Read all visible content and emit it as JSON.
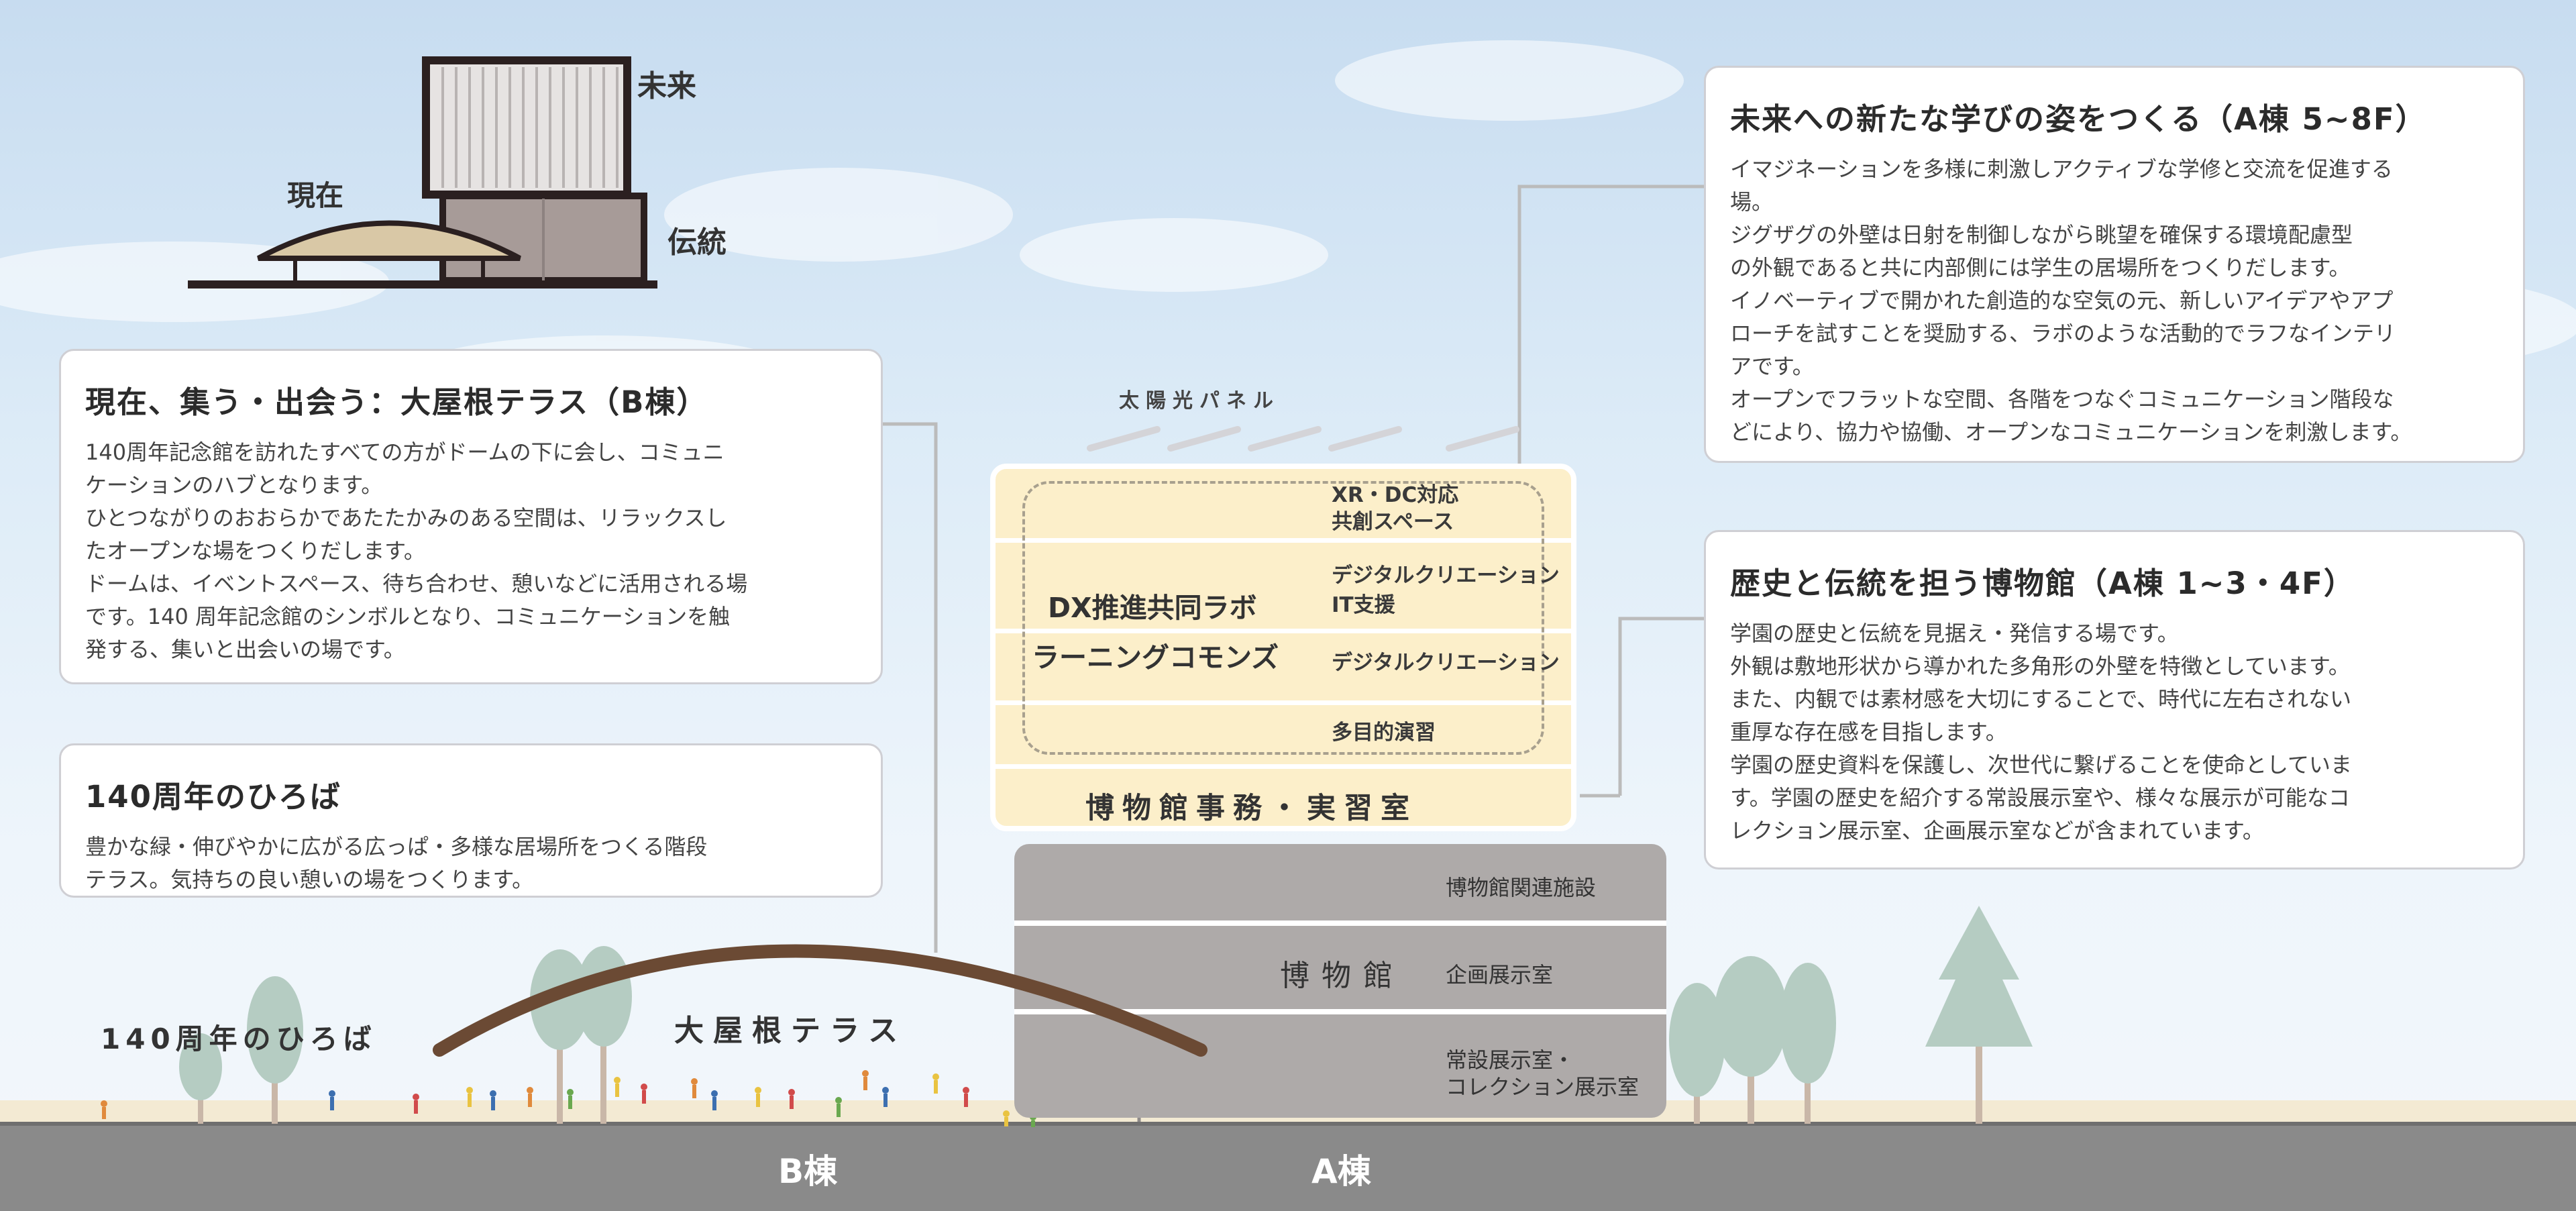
{
  "colors": {
    "sky_top": "#c7dcf0",
    "ground": "#8a8a8a",
    "stack_fill": "#fcefca",
    "museum_fill": "#aeaaa9",
    "dome_arc": "#6b4a34",
    "dome_roof": "#d9c8a6",
    "tree": "#b5ccc2"
  },
  "icons": {
    "concept": "building-concept-icon",
    "trees": "tree-icon",
    "people": "people-icon"
  },
  "concept": {
    "future": "未来",
    "present": "現在",
    "tradition": "伝統"
  },
  "boxes": {
    "b_terrace": {
      "title": "現在、集う・出会う：大屋根テラス（B棟）",
      "lines": [
        "140周年記念館を訪れたすべての方がドームの下に会し、コミュニ",
        "ケーションのハブとなります。",
        "ひとつながりのおおらかであたたかみのある空間は、リラックスし",
        "たオープンな場をつくりだします。",
        "ドームは、イベントスペース、待ち合わせ、憩いなどに活用される場",
        "です。140 周年記念館のシンボルとなり、コミュニケーションを触",
        "発する、集いと出会いの場です。"
      ]
    },
    "plaza": {
      "title": "140周年のひろば",
      "lines": [
        "豊かな緑・伸びやかに広がる広っぱ・多様な居場所をつくる階段",
        "テラス。気持ちの良い憩いの場をつくります。"
      ]
    },
    "future_learning": {
      "title": "未来への新たな学びの姿をつくる（A棟 5~8F）",
      "lines": [
        "イマジネーションを多様に刺激しアクティブな学修と交流を促進する",
        "場。",
        "ジグザグの外壁は日射を制御しながら眺望を確保する環境配慮型",
        "の外観であると共に内部側には学生の居場所をつくりだします。",
        "イノベーティブで開かれた創造的な空気の元、新しいアイデアやアプ",
        "ローチを試すことを奨励する、ラボのような活動的でラフなインテリ",
        "アです。",
        "オープンでフラットな空間、各階をつなぐコミュニケーション階段な",
        "どにより、協力や協働、オープンなコミュニケーションを刺激します。"
      ]
    },
    "museum": {
      "title": "歴史と伝統を担う博物館（A棟 1~3・4F）",
      "lines": [
        "学園の歴史と伝統を見据え・発信する場です。",
        "外観は敷地形状から導かれた多角形の外壁を特徴としています。",
        "また、内観では素材感を大切にすることで、時代に左右されない",
        "重厚な存在感を目指します。",
        "学園の歴史資料を保護し、次世代に繋げることを使命としていま",
        "す。学園の歴史を紹介する常設展示室や、様々な展示が可能なコ",
        "レクション展示室、企画展示室などが含まれています。"
      ]
    }
  },
  "diagram": {
    "solar": "太陽光パネル",
    "floors": {
      "xr": [
        "XR・DC対応",
        "共創スペース"
      ],
      "digital_it": [
        "デジタルクリエーション",
        "IT支援"
      ],
      "digital": "デジタルクリエーション",
      "multipurpose": "多目的演習"
    },
    "dx_lab": "DX推進共同ラボ",
    "commons": "ラーニングコモンズ",
    "museum_office": "博物館事務・実習室",
    "museum_related": "博物館関連施設",
    "museum_label": "博物館",
    "special_exhibit": "企画展示室",
    "permanent": [
      "常設展示室・",
      "コレクション展示室"
    ],
    "plaza_label": "140周年のひろば",
    "roof_terrace": "大屋根テラス",
    "b_building": "B棟",
    "a_building": "A棟"
  }
}
